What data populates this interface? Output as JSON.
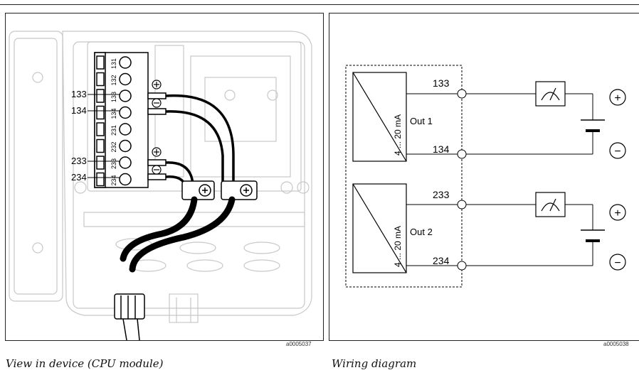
{
  "left_panel": {
    "caption": "View in device (CPU module)",
    "image_id": "a0005037",
    "terminal_side_labels": [
      "133",
      "134",
      "233",
      "234"
    ],
    "terminal_strip_labels": [
      "131",
      "132",
      "133",
      "134",
      "231",
      "232",
      "233",
      "234"
    ],
    "plus_symbol": "⊕",
    "minus_symbol": "⊖"
  },
  "right_panel": {
    "caption": "Wiring diagram",
    "image_id": "a0005038",
    "module1": {
      "range_label": "4 ... 20 mA",
      "output_label": "Out 1",
      "terminal_top": "133",
      "terminal_bottom": "134"
    },
    "module2": {
      "range_label": "4 ... 20 mA",
      "output_label": "Out 2",
      "terminal_top": "233",
      "terminal_bottom": "234"
    },
    "plus_symbol": "+",
    "minus_symbol": "−"
  }
}
